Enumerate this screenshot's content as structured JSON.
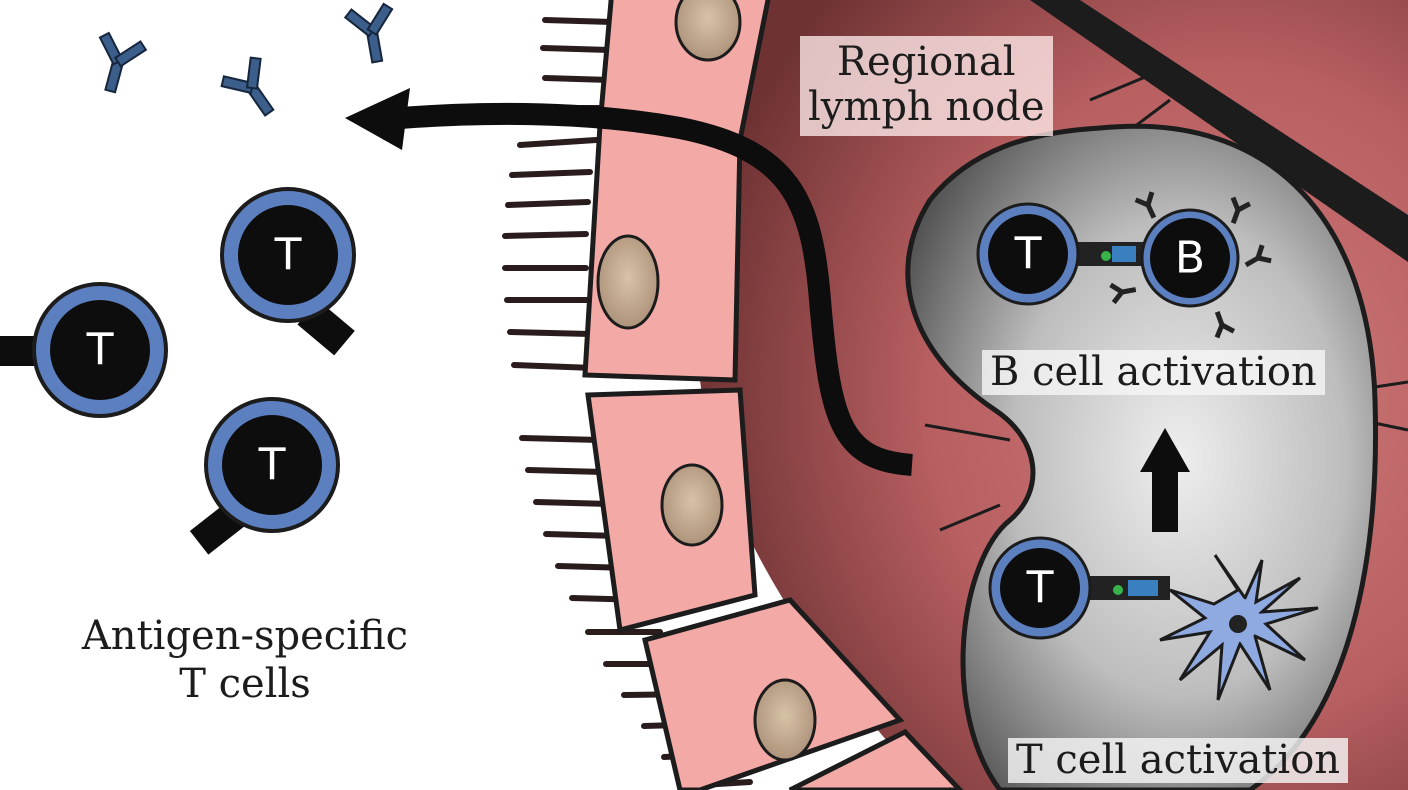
{
  "labels": {
    "regional_lymph_node_line1": "Regional",
    "regional_lymph_node_line2": "lymph node",
    "b_cell_activation": "B cell activation",
    "t_cell_activation": "T cell activation",
    "antigen_specific_line1": "Antigen-specific",
    "antigen_specific_line2": "T cells"
  },
  "cell_letters": {
    "t": "T",
    "b": "B"
  },
  "colors": {
    "tissue": "#c96a6c",
    "epithelium": "#f3a9a6",
    "nucleus": "#c7ad93",
    "lymph_node": "#9c9c9c",
    "t_cell_ring": "#5b7fbf",
    "antibody": "#3b5e8a",
    "dendritic_cell": "#8eaae0"
  }
}
